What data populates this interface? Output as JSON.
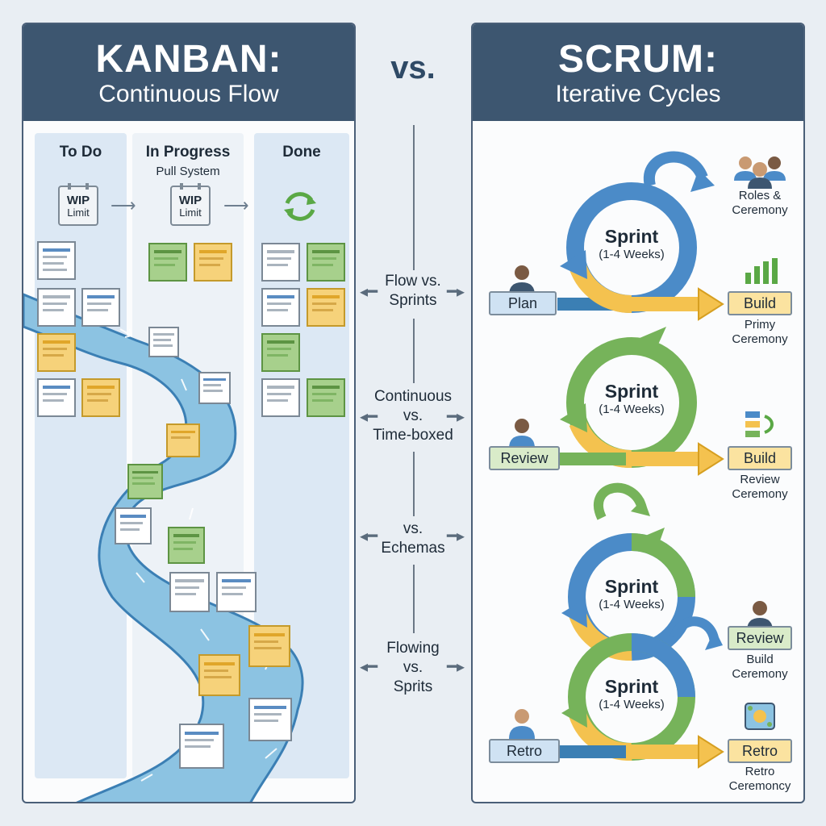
{
  "left": {
    "title": "KANBAN:",
    "subtitle": "Continuous Flow",
    "columns": {
      "todo": "To Do",
      "inprogress": "In Progress",
      "inprogress_sub": "Pull System",
      "done": "Done"
    },
    "wip": {
      "line1": "WIP",
      "line2": "Limit"
    }
  },
  "vs": "vs.",
  "right": {
    "title": "SCRUM:",
    "subtitle": "Iterative Cycles",
    "sprint_title": "Sprint",
    "sprint_duration": "(1-4 Weeks)",
    "rows": [
      {
        "left_label": "Plan",
        "right_label": "Build",
        "caption": "Primy\nCeremony"
      },
      {
        "left_label": "Review",
        "right_label": "Build",
        "caption": "Review\nCeremony"
      },
      {
        "right_label": "Review",
        "caption": "Build\nCeremony"
      },
      {
        "left_label": "Retro",
        "right_label": "Retro",
        "caption": "Retro\nCeremoncy"
      }
    ],
    "roles_caption": "Roles &\nCeremony"
  },
  "comparisons": [
    "Flow vs.\nSprints",
    "Continuous\nvs.\nTime-boxed",
    "vs.\nEchemas",
    "Flowing\nvs.\nSprits"
  ],
  "colors": {
    "header": "#3d5670",
    "blue": "#4b8bc8",
    "green": "#76b35a",
    "yellow": "#f4c24f",
    "stream": "#8cc3e2"
  }
}
